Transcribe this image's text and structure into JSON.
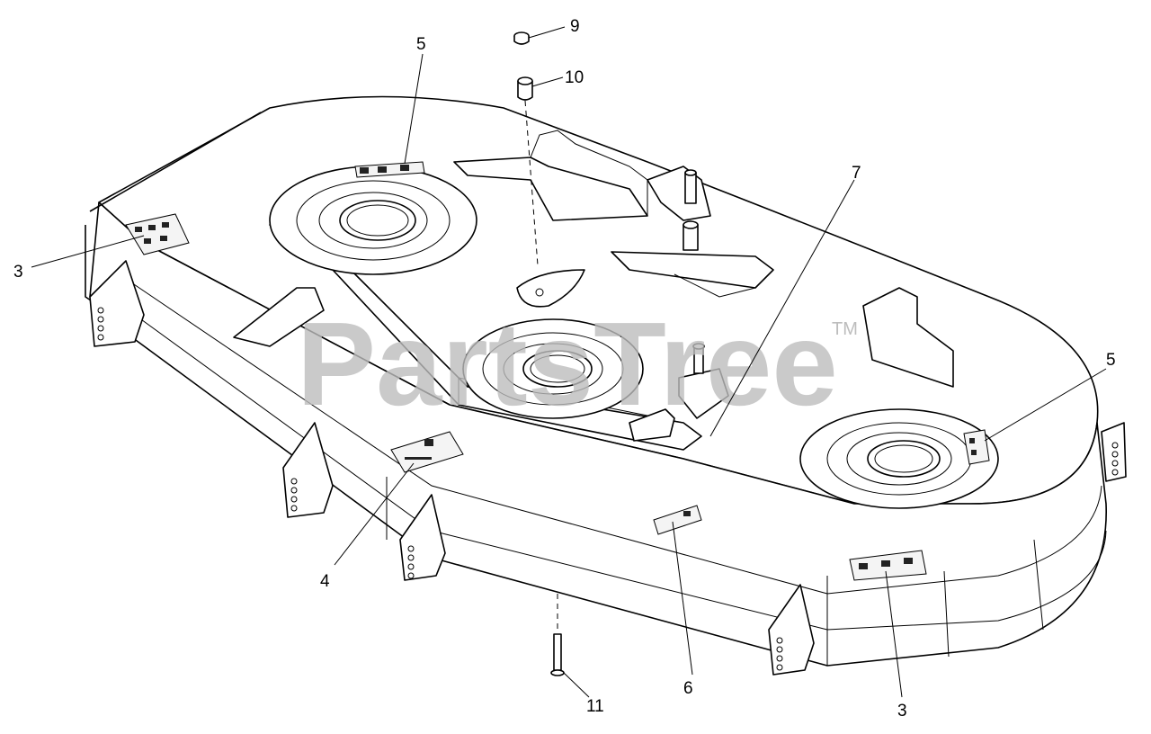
{
  "watermark": {
    "text": "PartsTree",
    "trademark": "TM"
  },
  "callouts": [
    {
      "id": "c9",
      "label": "9"
    },
    {
      "id": "c10",
      "label": "10"
    },
    {
      "id": "c5a",
      "label": "5"
    },
    {
      "id": "c7",
      "label": "7"
    },
    {
      "id": "c3a",
      "label": "3"
    },
    {
      "id": "c5b",
      "label": "5"
    },
    {
      "id": "c4",
      "label": "4"
    },
    {
      "id": "c6",
      "label": "6"
    },
    {
      "id": "c3b",
      "label": "3"
    },
    {
      "id": "c11",
      "label": "11"
    }
  ]
}
